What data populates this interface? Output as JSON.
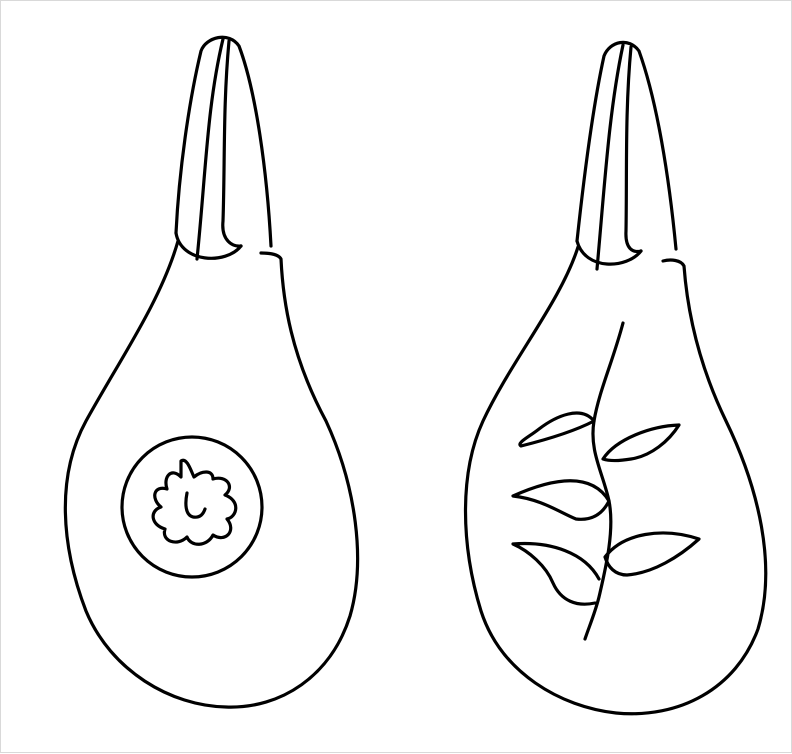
{
  "figure": {
    "panels": [
      {
        "id": "left",
        "motif": "flower-in-circle"
      },
      {
        "id": "right",
        "motif": "leafy-branch"
      }
    ],
    "colors": {
      "ink": "#000000",
      "background": "#ffffff",
      "border": "#d9d9d9"
    }
  }
}
